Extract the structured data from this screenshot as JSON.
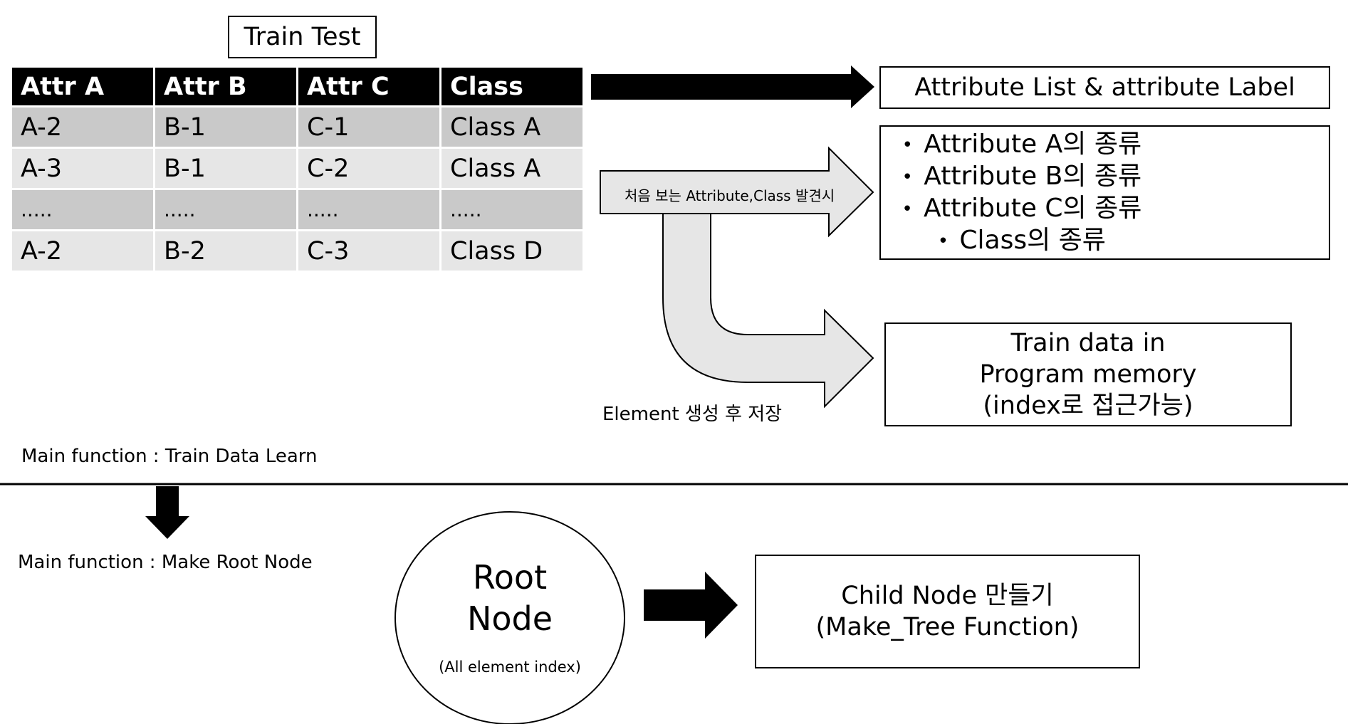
{
  "train_test_label": "Train Test",
  "table": {
    "headers": [
      "Attr A",
      "Attr B",
      "Attr C",
      "Class"
    ],
    "rows": [
      [
        "A-2",
        "B-1",
        "C-1",
        "Class A"
      ],
      [
        "A-3",
        "B-1",
        "C-2",
        "Class A"
      ],
      [
        ".....",
        ".....",
        ".....",
        "....."
      ],
      [
        "A-2",
        "B-2",
        "C-3",
        "Class D"
      ]
    ]
  },
  "attribute_list_box": "Attribute List & attribute Label",
  "kinds_list": [
    "Attribute A의 종류",
    "Attribute B의 종류",
    "Attribute C의 종류",
    "Class의 종류"
  ],
  "discover_arrow_label": "처음 보는 Attribute,Class 발견시",
  "store_label": "Element 생성 후 저장",
  "train_memory_box": [
    "Train data in",
    "Program memory",
    "(index로 접근가능)"
  ],
  "main_learn_label": "Main function : Train Data Learn",
  "main_root_label": "Main function : Make Root Node",
  "root_node": {
    "line1": "Root",
    "line2": "Node",
    "sub": "(All element index)"
  },
  "child_node_box": [
    "Child Node 만들기",
    "(Make_Tree Function)"
  ]
}
